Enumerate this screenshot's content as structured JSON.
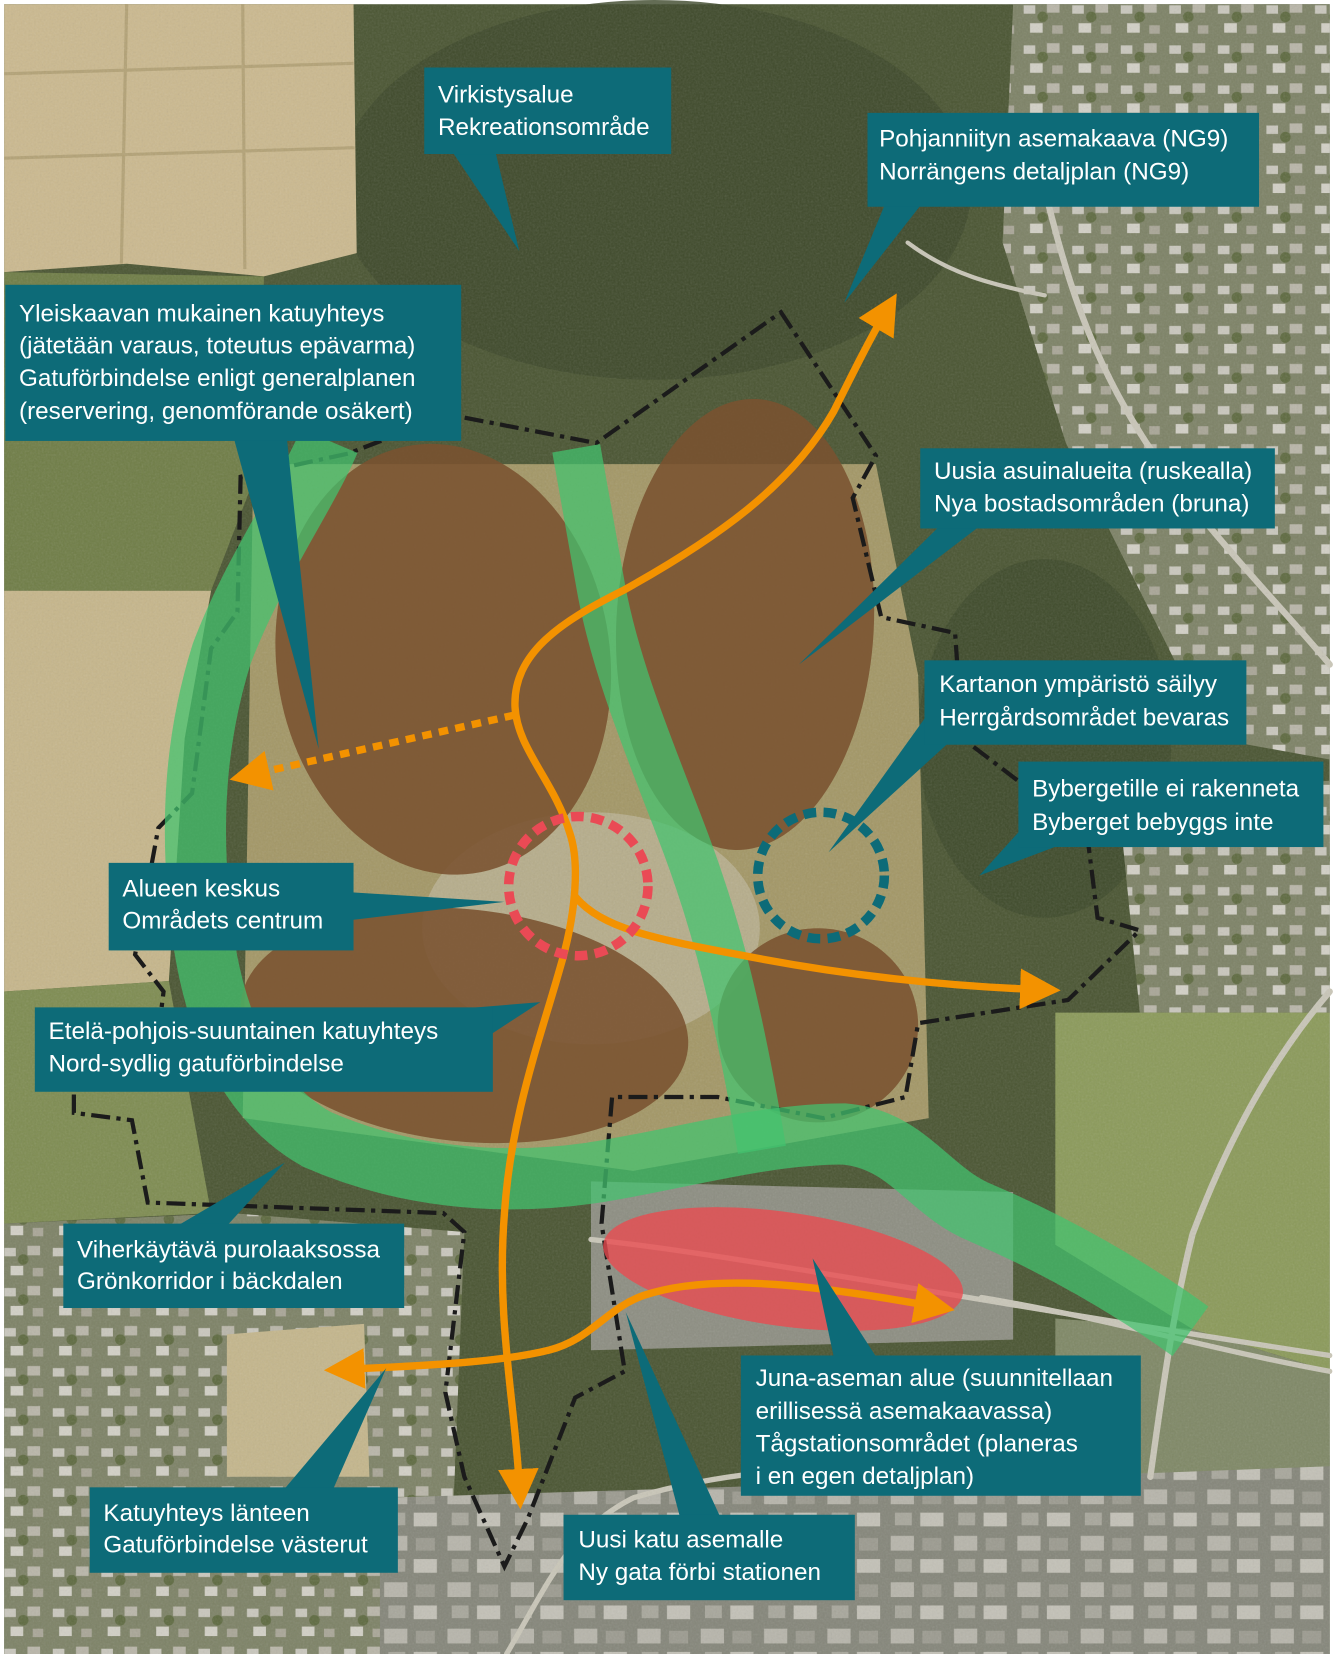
{
  "map": {
    "colors": {
      "callout": "#0d6b78",
      "residential": "#7a5230",
      "green_corridor": "#43c46f",
      "station_area": "#ea4a4f",
      "road": "#f39200",
      "boundary": "#1b1b1b",
      "center_marker": "#ea4a55",
      "manor_marker": "#0d6b78"
    },
    "callouts": {
      "recreation_area": {
        "lines": [
          "Virkistysalue",
          "Rekreationsområde"
        ]
      },
      "norrangen_plan": {
        "lines": [
          "Pohjanniityn asemakaava (NG9)",
          "Norrängens detaljplan (NG9)"
        ]
      },
      "general_plan_street": {
        "lines": [
          "Yleiskaavan mukainen katuyhteys",
          "(jätetään varaus, toteutus epävarma)",
          "Gatuförbindelse enligt generalplanen",
          "(reservering, genomförande osäkert)"
        ]
      },
      "new_residential": {
        "lines": [
          "Uusia asuinalueita (ruskealla)",
          "Nya bostadsområden (bruna)"
        ]
      },
      "manor_area": {
        "lines": [
          "Kartanon ympäristö säilyy",
          "Herrgårdsområdet bevaras"
        ]
      },
      "byberget": {
        "lines": [
          "Bybergetille ei rakenneta",
          "Byberget bebyggs inte"
        ]
      },
      "area_center": {
        "lines": [
          "Alueen keskus",
          "Områdets centrum"
        ]
      },
      "north_south_street": {
        "lines": [
          "Etelä-pohjois-suuntainen katuyhteys",
          "Nord-sydlig gatuförbindelse"
        ]
      },
      "green_corridor": {
        "lines": [
          "Viherkäytävä purolaaksossa",
          "Grönkorridor i bäckdalen"
        ]
      },
      "station_area": {
        "lines": [
          "Juna-aseman alue (suunnitellaan",
          "erillisessä asemakaavassa)",
          "Tågstationsområdet (planeras",
          "i en egen detaljplan)"
        ]
      },
      "west_street": {
        "lines": [
          "Katuyhteys länteen",
          "Gatuförbindelse västerut"
        ]
      },
      "station_street": {
        "lines": [
          "Uusi katu asemalle",
          "Ny gata förbi stationen"
        ]
      }
    }
  }
}
